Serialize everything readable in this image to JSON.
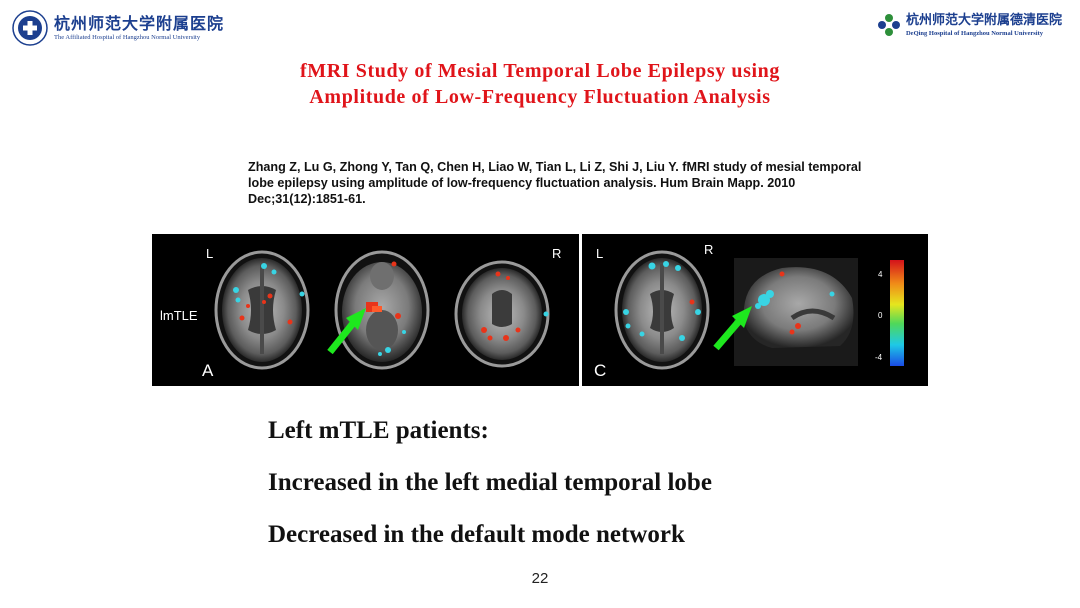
{
  "header": {
    "left_logo": {
      "name_cn": "杭州师范大学附属医院",
      "name_en": "The Affiliated Hospital of Hangzhou Normal University",
      "icon": "hospital-seal-icon"
    },
    "right_logo": {
      "name_cn": "杭州师范大学附属德清医院",
      "name_en": "DeQing Hospital of Hangzhou Normal University",
      "icon": "flower-logo-icon"
    }
  },
  "slide": {
    "title_line1": "fMRI Study of Mesial Temporal Lobe Epilepsy using",
    "title_line2": "Amplitude of Low-Frequency Fluctuation Analysis",
    "citation": "Zhang Z, Lu G, Zhong Y, Tan Q, Chen H, Liao W, Tian L, Li Z, Shi J, Liu Y. fMRI study of mesial temporal lobe epilepsy using amplitude of low-frequency fluctuation analysis. Hum Brain Mapp. 2010 Dec;31(12):1851-61.",
    "findings": [
      "Left mTLE patients:",
      "Increased in the left medial temporal lobe",
      "Decreased in the default mode network"
    ],
    "page_number": "22"
  },
  "figure": {
    "panel_a": {
      "letter": "A",
      "group_label": "lmTLE",
      "left_marker": "L",
      "right_marker": "R"
    },
    "panel_c": {
      "letter": "C",
      "left_marker": "L",
      "right_marker": "R"
    },
    "colorbar": {
      "ticks": [
        "4",
        "0",
        "-4"
      ]
    },
    "colors": {
      "increase": "#e8341a",
      "decrease": "#38d4e4",
      "arrow": "#1ee81e",
      "title": "#e0141a",
      "logo": "#1c3f8f"
    }
  }
}
